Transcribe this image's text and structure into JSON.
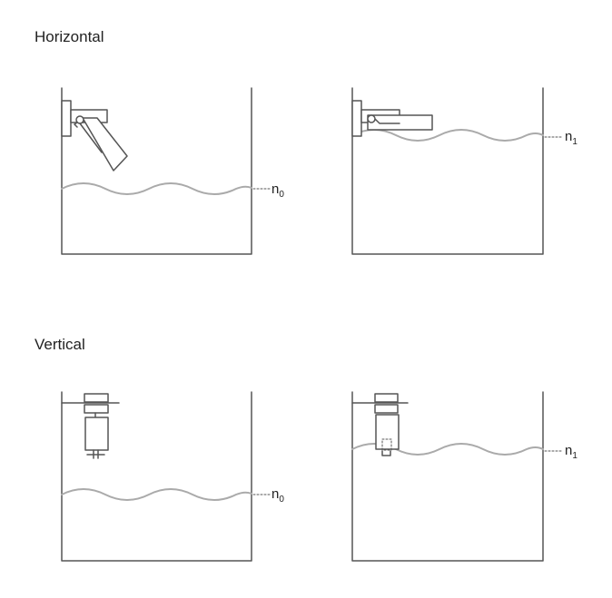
{
  "sections": {
    "horizontal": {
      "title": "Horizontal",
      "left": {
        "level": {
          "base": "n",
          "sub": "0"
        }
      },
      "right": {
        "level": {
          "base": "n",
          "sub": "1"
        }
      }
    },
    "vertical": {
      "title": "Vertical",
      "left": {
        "level": {
          "base": "n",
          "sub": "0"
        }
      },
      "right": {
        "level": {
          "base": "n",
          "sub": "1"
        }
      }
    }
  },
  "colors": {
    "outline": "#555555",
    "water": "#aaaaaa",
    "text": "#222222"
  }
}
